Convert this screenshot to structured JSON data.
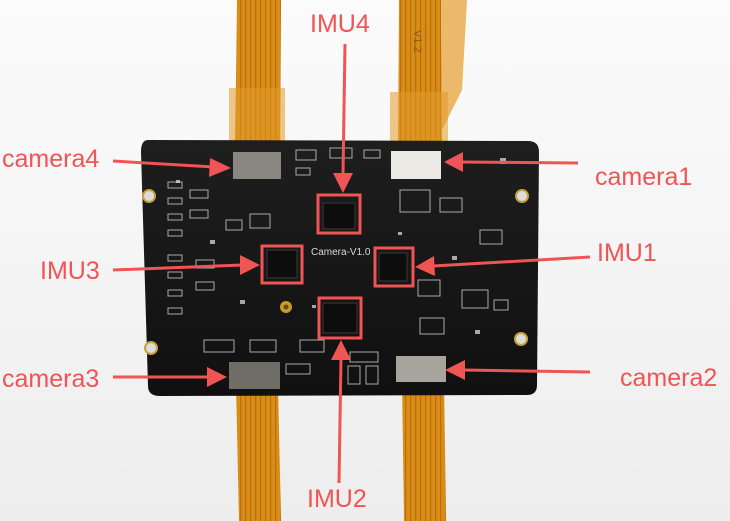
{
  "accent_color": "#f05454",
  "board": {
    "silkscreen_label": "Camera-V1.0",
    "flex_cable_marking": "V1.2"
  },
  "callouts": {
    "camera4": "camera4",
    "camera1": "camera1",
    "camera3": "camera3",
    "camera2": "camera2",
    "imu4": "IMU4",
    "imu3": "IMU3",
    "imu1": "IMU1",
    "imu2": "IMU2"
  }
}
